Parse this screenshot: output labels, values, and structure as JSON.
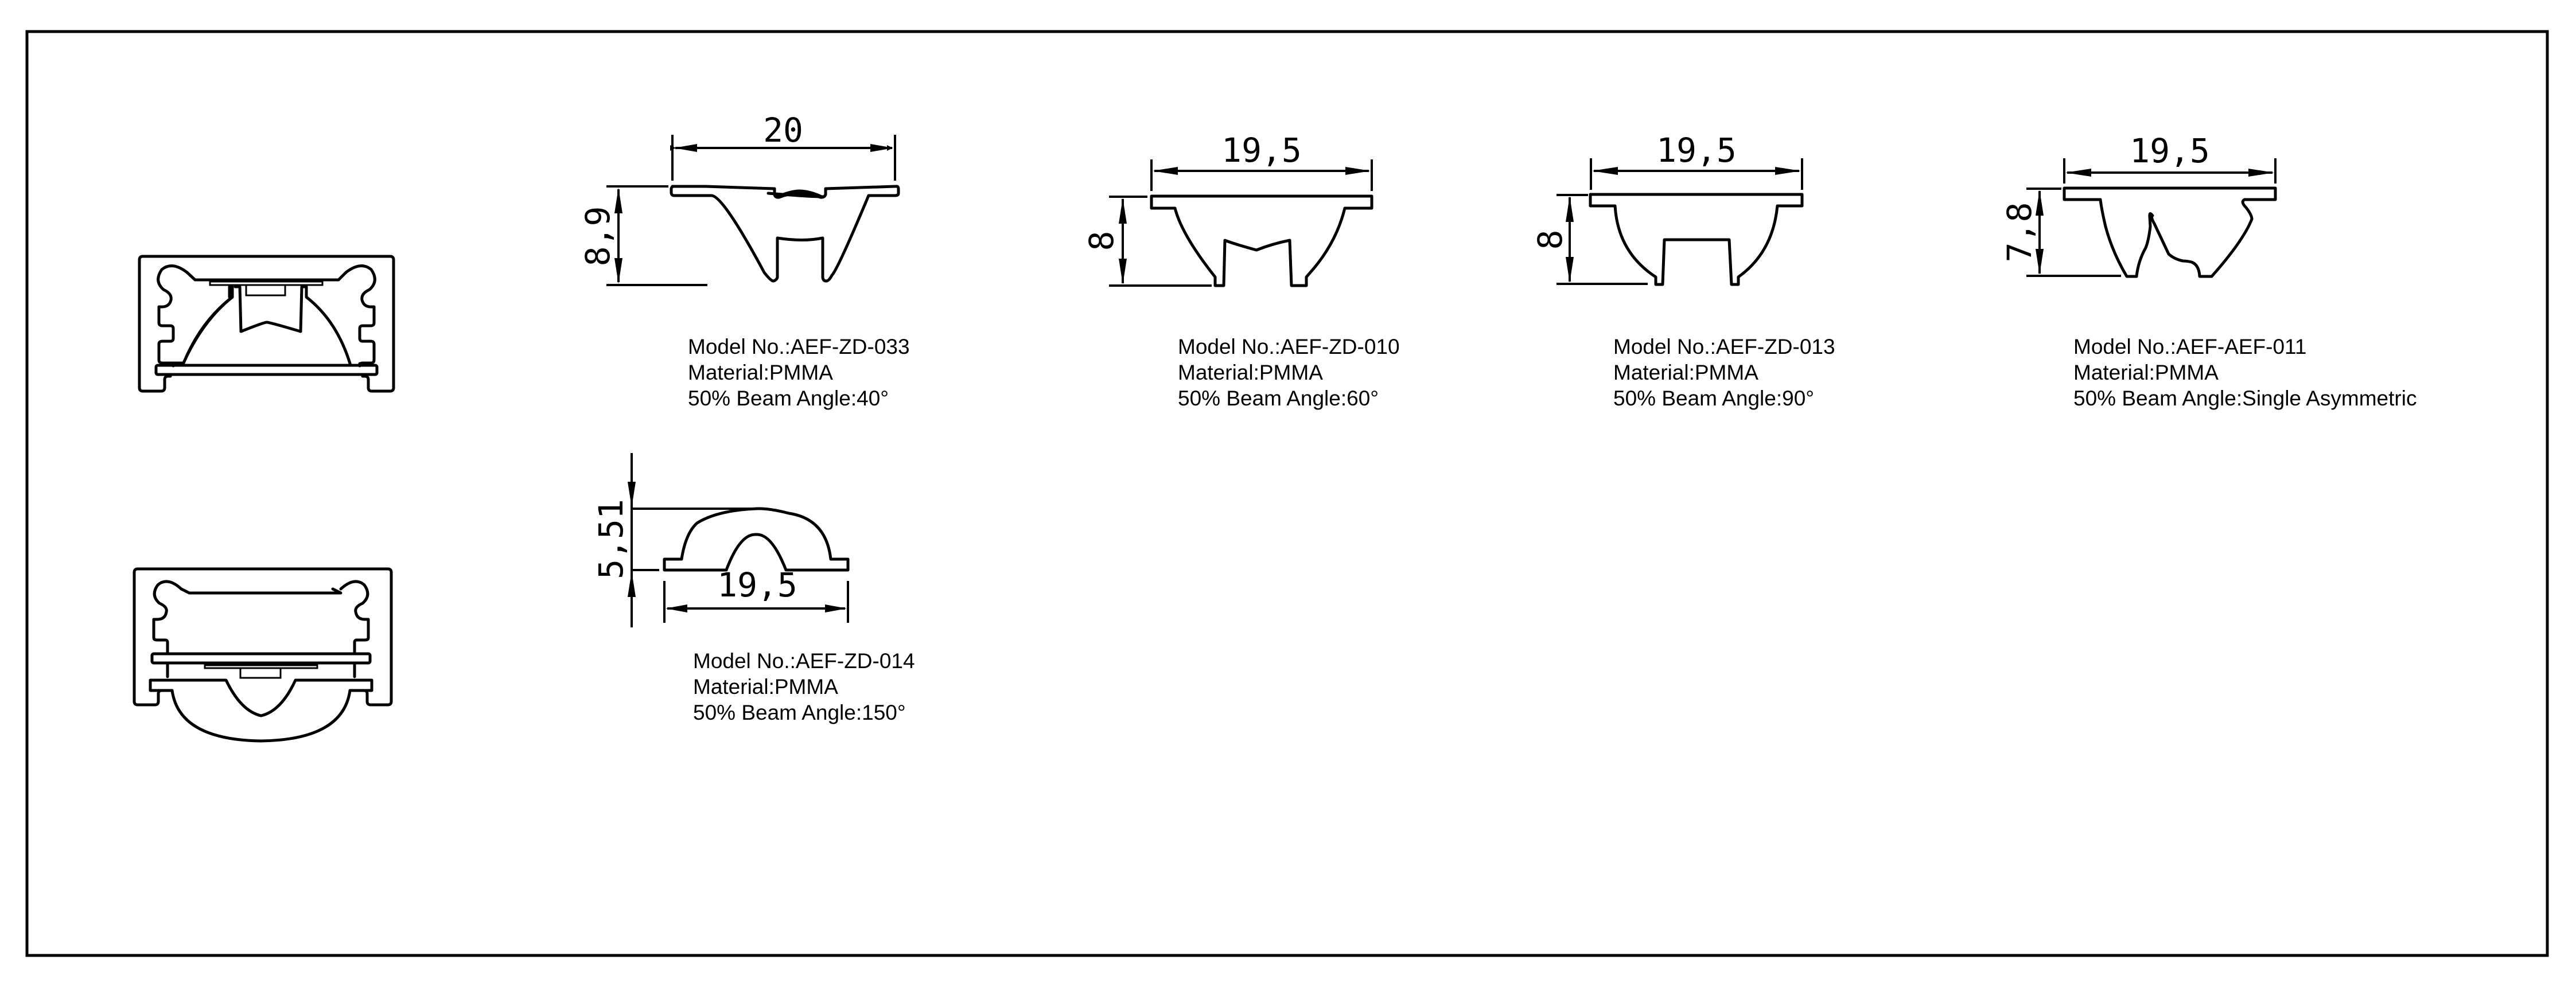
{
  "drawing": {
    "frame_color": "#000000",
    "background": "#ffffff",
    "assemblies": [
      {
        "name": "profile-with-lens-AEF-ZD-033",
        "description": "Aluminium profile cross-section with deep reflector lens"
      },
      {
        "name": "profile-with-lens-AEF-ZD-014",
        "description": "Aluminium profile cross-section with dome lens"
      }
    ]
  },
  "lenses": [
    {
      "id": "zd033",
      "width_dim": "20",
      "height_dim": "8,9",
      "model_line": "Model No.:AEF-ZD-033",
      "material_line": "Material:PMMA",
      "beam_line": "50% Beam Angle:40°"
    },
    {
      "id": "zd010",
      "width_dim": "19,5",
      "height_dim": "8",
      "model_line": "Model No.:AEF-ZD-010",
      "material_line": "Material:PMMA",
      "beam_line": "50% Beam Angle:60°"
    },
    {
      "id": "zd013",
      "width_dim": "19,5",
      "height_dim": "8",
      "model_line": "Model No.:AEF-ZD-013",
      "material_line": "Material:PMMA",
      "beam_line": "50% Beam Angle:90°"
    },
    {
      "id": "aef011",
      "width_dim": "19,5",
      "height_dim": "7,8",
      "model_line": "Model No.:AEF-AEF-011",
      "material_line": "Material:PMMA",
      "beam_line": "50% Beam Angle:Single Asymmetric"
    },
    {
      "id": "zd014",
      "width_dim": "19,5",
      "height_dim": "5,51",
      "model_line": "Model No.:AEF-ZD-014",
      "material_line": "Material:PMMA",
      "beam_line": "50% Beam Angle:150°"
    }
  ]
}
